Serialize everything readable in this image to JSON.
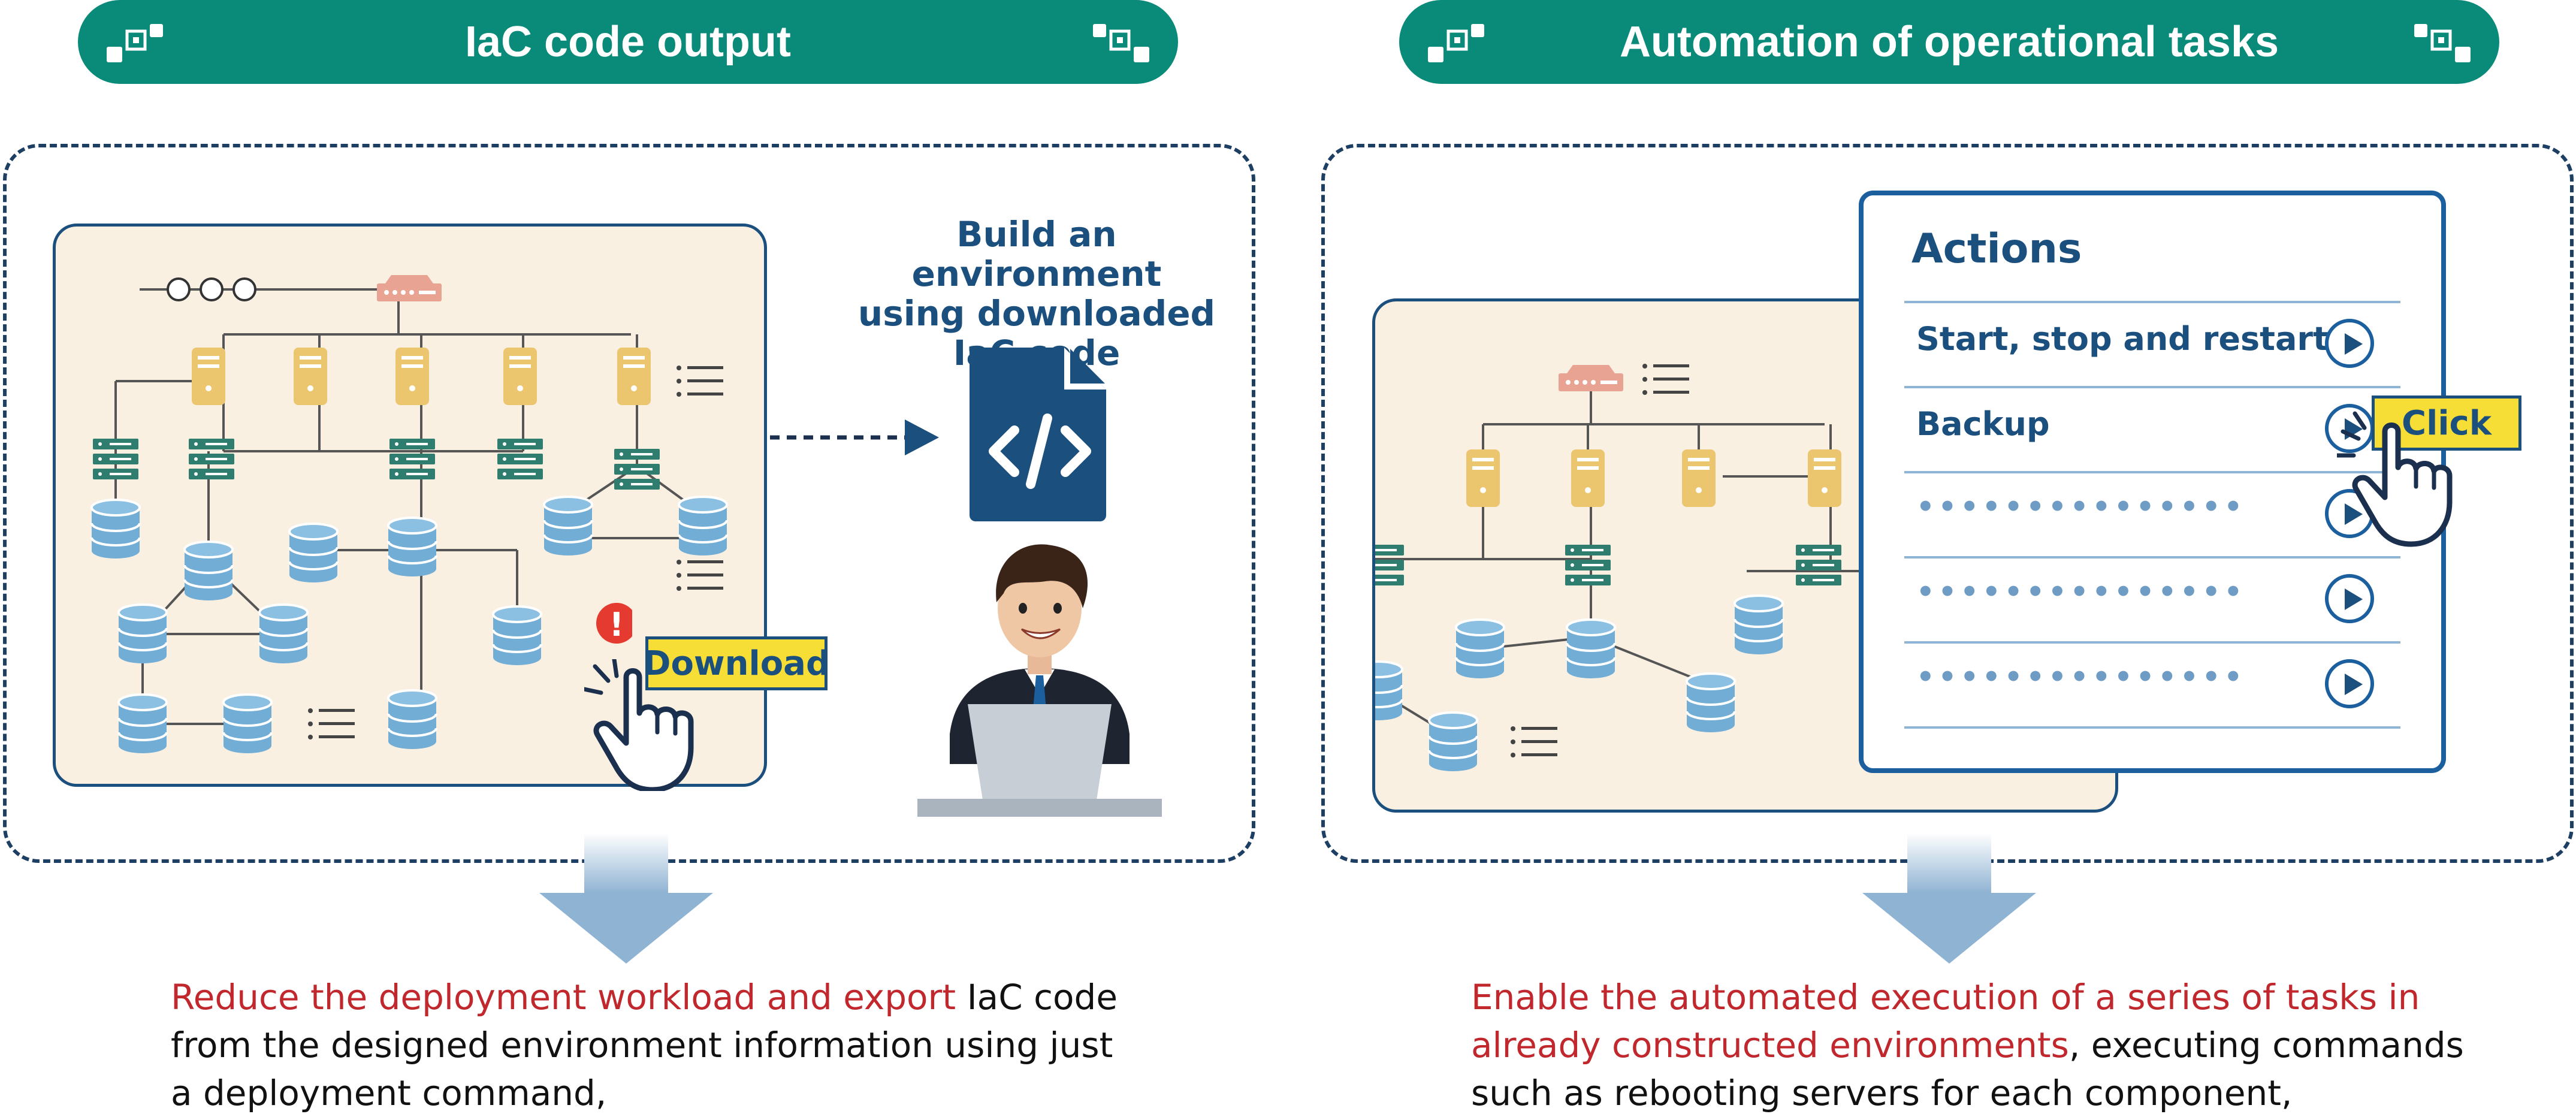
{
  "headers": {
    "left": "IaC code output",
    "right": "Automation of operational tasks"
  },
  "left": {
    "build_text": [
      "Build an environment",
      "using downloaded",
      "IaC code"
    ],
    "download_label": "Download",
    "alert_symbol": "!",
    "caption": {
      "highlight": "Reduce the deployment workload and export",
      "rest_line1": " IaC code",
      "line2": "from the designed environment information using just",
      "line3": "a deployment command,"
    }
  },
  "right": {
    "actions_title": "Actions",
    "action_items": [
      "Start, stop and restart",
      "Backup"
    ],
    "placeholder": "•••••••••••••••",
    "click_label": "Click",
    "caption": {
      "highlight_line1": "Enable the automated execution of a series of tasks in",
      "highlight_line2": "already constructed environments",
      "rest_line2": ", executing commands",
      "line3": "such as rebooting servers for each component,"
    }
  },
  "colors": {
    "teal": "#0a8a78",
    "navy": "#1b4f7e",
    "red": "#c0282d",
    "yellow": "#f6de37",
    "server": "#ebc66e",
    "switch": "#2f7d6e",
    "db": "#72add6",
    "router": "#e8a392",
    "panel_bg": "#f9f0e2"
  }
}
